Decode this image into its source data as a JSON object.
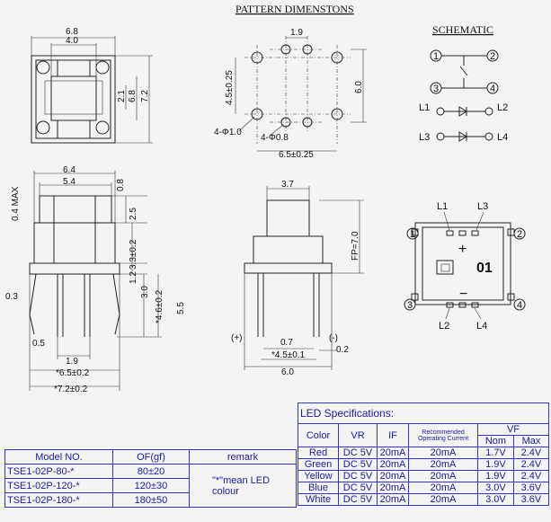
{
  "titles": {
    "pattern": "PATTERN DIMENSTONS",
    "schematic": "SCHEMATIC"
  },
  "dims": {
    "top_w1": "6.8",
    "top_w2": "4.0",
    "top_h1": "2.1",
    "top_h2": "6.8",
    "top_h3": "7.2",
    "pat_19": "1.9",
    "pat_45": "4.5±0.25",
    "pat_60": "6.0",
    "pat_phi10": "4-Φ1.0",
    "pat_phi08": "4-Φ0.8",
    "pat_65": "6.5±0.25",
    "side_64": "6.4",
    "side_54": "5.4",
    "side_04max": "0.4 MAX",
    "side_08": "0.8",
    "side_25": "2.5",
    "side_33": "3.3±0.2",
    "side_12": "1.2",
    "side_30": "3.0",
    "side_46": "*4.6±0.2",
    "side_55": "5.5",
    "side_03": "0.3",
    "side_05": "0.5",
    "side_19": "1.9",
    "side_65": "*6.5±0.2",
    "side_72": "*7.2±0.2",
    "front_37": "3.7",
    "front_fp": "FP=7.0",
    "front_plus": "(+)",
    "front_minus": "(-)",
    "front_07": "0.7",
    "front_45": "*4.5±0.1",
    "front_02": "0.2",
    "front_60": "6.0"
  },
  "schematic": {
    "p1": "1",
    "p2": "2",
    "p3": "3",
    "p4": "4",
    "l1": "L1",
    "l2": "L2",
    "l3": "L3",
    "l4": "L4"
  },
  "bottom_view": {
    "l1": "L1",
    "l3": "L3",
    "l2": "L2",
    "l4": "L4",
    "p1": "1",
    "p2": "2",
    "p3": "3",
    "p4": "4",
    "mark": "01",
    "plus": "+",
    "minus": "−"
  },
  "model_table": {
    "headers": [
      "Model NO.",
      "OF(gf)",
      "remark"
    ],
    "rows": [
      [
        "TSE1-02P-80-*",
        "80±20"
      ],
      [
        "TSE1-02P-120-*",
        "120±30"
      ],
      [
        "TSE1-02P-180-*",
        "180±50"
      ]
    ],
    "remark": "\"*\"mean LED colour"
  },
  "led_table": {
    "title": "LED Specifications:",
    "headers": {
      "color": "Color",
      "vr": "VR",
      "if": "IF",
      "rec": "Recommended Operating Current",
      "vf": "VF",
      "nom": "Nom",
      "max": "Max"
    },
    "rows": [
      [
        "Red",
        "DC 5V",
        "20mA",
        "20mA",
        "1.7V",
        "2.4V"
      ],
      [
        "Green",
        "DC 5V",
        "20mA",
        "20mA",
        "1.9V",
        "2.4V"
      ],
      [
        "Yellow",
        "DC 5V",
        "20mA",
        "20mA",
        "1.9V",
        "2.4V"
      ],
      [
        "Blue",
        "DC 5V",
        "20mA",
        "20mA",
        "3.0V",
        "3.6V"
      ],
      [
        "White",
        "DC 5V",
        "20mA",
        "20mA",
        "3.0V",
        "3.6V"
      ]
    ]
  }
}
